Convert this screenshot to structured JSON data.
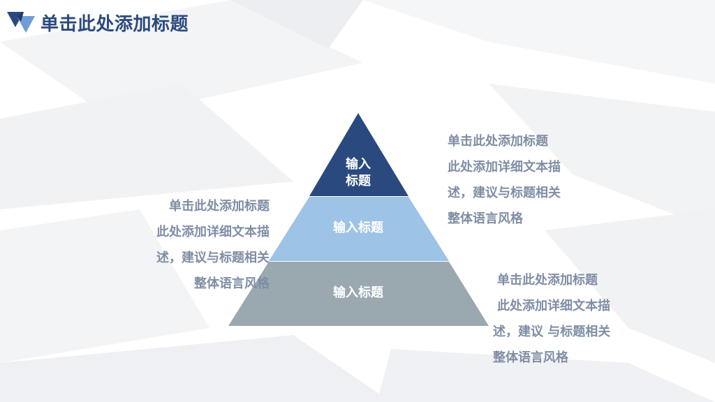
{
  "slide": {
    "title": "单击此处添加标题",
    "colors": {
      "accent_dark": "#2a4a7f",
      "tier_top": "#2a4a7f",
      "tier_middle": "#9dc3e6",
      "tier_bottom": "#9aa8b0",
      "desc_text": "#7f8ea5"
    },
    "logo_icon": "triangle-logo-icon"
  },
  "pyramid": {
    "top_label_line1": "输入",
    "top_label_line2": "标题",
    "middle_label": "输入标题",
    "bottom_label": "输入标题"
  },
  "descriptions": {
    "top_right": [
      "单击此处添加标题",
      "此处添加详细文本描",
      "述，建议与标题相关",
      "整体语言风格"
    ],
    "middle_left": [
      "单击此处添加标题",
      "此处添加详细文本描",
      "述，建议与标题相关",
      "整体语言风格"
    ],
    "bottom_right": [
      "单击此处添加标题",
      "此处添加详细文本描",
      "述，建议  与标题相关",
      "整体语言风格"
    ]
  }
}
